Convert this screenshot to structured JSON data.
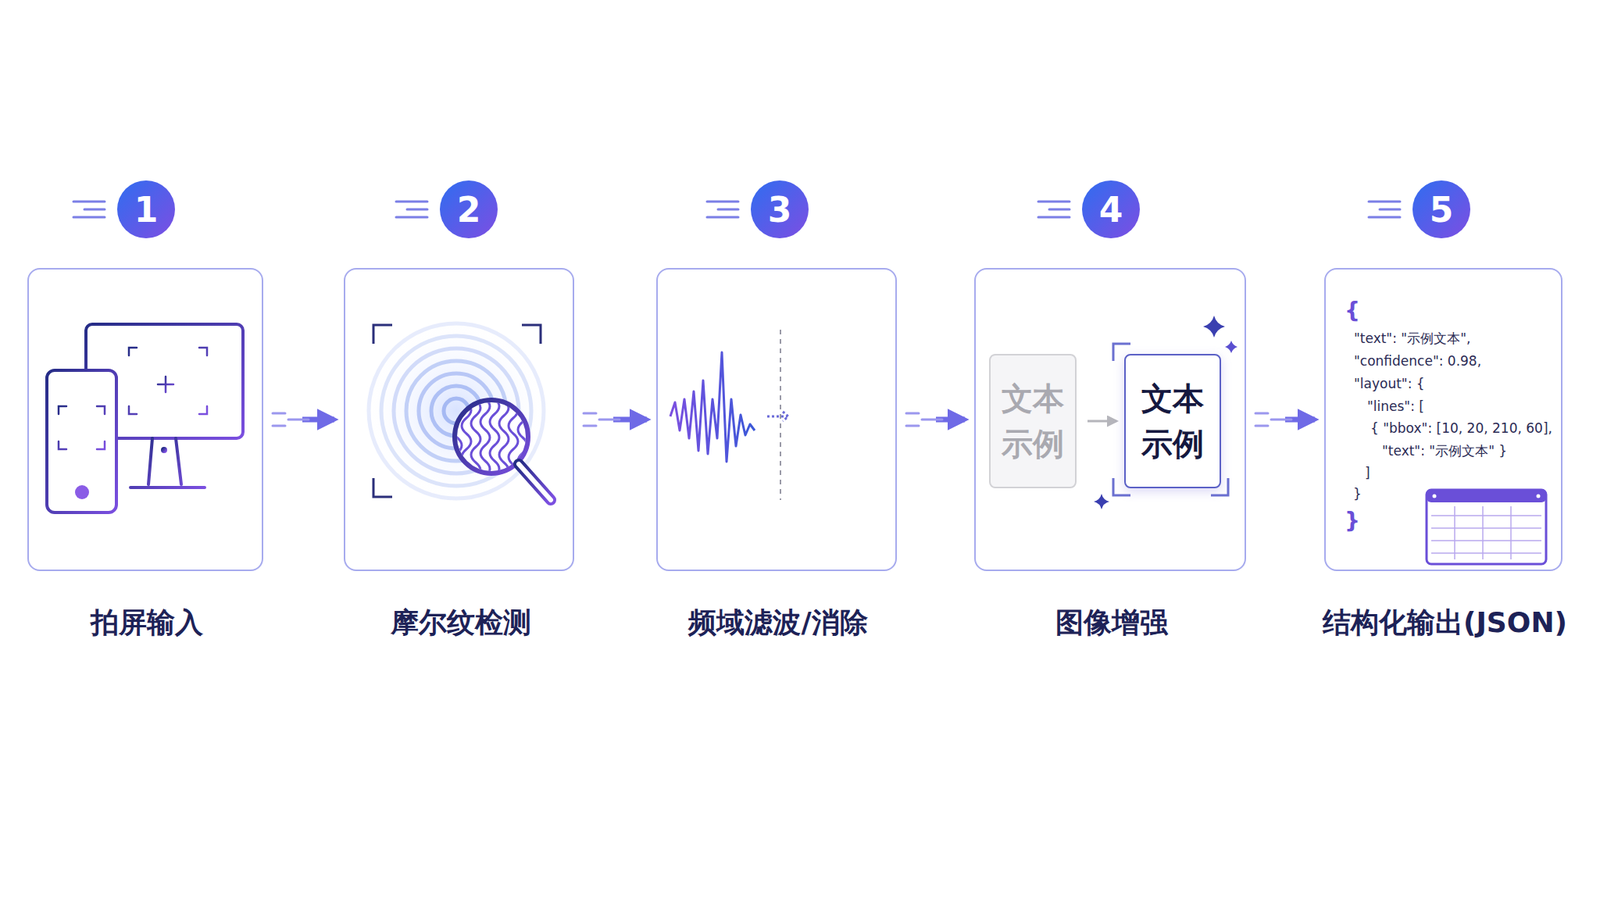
{
  "diagram": {
    "nodes": [
      {
        "text": [
          "拍屏输入"
        ]
      },
      {
        "text": [
          "摩尔纹检测"
        ]
      },
      {
        "text": [
          "频域滤波/消除"
        ]
      },
      {
        "text": [
          "图像增强"
        ]
      },
      {
        "text": [
          "文本 示例"
        ],
        "in": 3
      },
      {
        "text": [
          "文本 示例"
        ],
        "in": 3
      },
      {
        "text": [
          "结构化输出(JSON)"
        ]
      }
    ],
    "edges": [
      {
        "from": 0,
        "to": 1,
        "arrow": "to"
      },
      {
        "from": 1,
        "to": 2,
        "arrow": "to"
      },
      {
        "from": 2,
        "to": 3,
        "arrow": "to"
      },
      {
        "from": 4,
        "to": 5,
        "arrow": "to"
      },
      {
        "from": 3,
        "to": 6,
        "arrow": "to"
      }
    ],
    "labels": [
      "1",
      "2",
      "3",
      "4",
      "5",
      "{",
      "\"text\": \"示例文本\",",
      "\"confidence\": 0.98,",
      "\"layout\": {",
      "\"lines\": [",
      "{ \"bbox\": [10, 20, 210, 60],",
      "\"text\": \"示例文本\" }",
      "]",
      "}",
      "}"
    ]
  }
}
